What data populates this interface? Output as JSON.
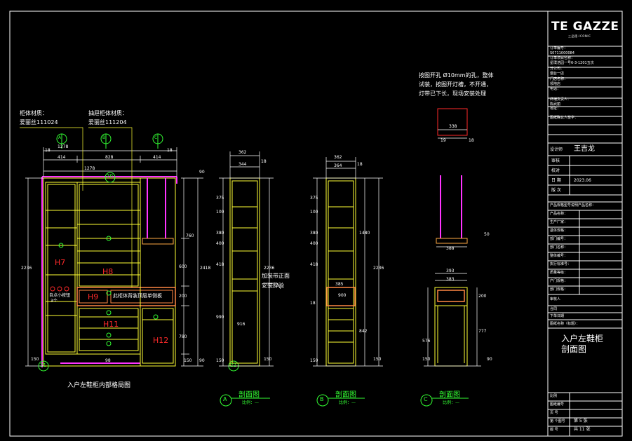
{
  "brand": {
    "name": "TE GAZZE",
    "sub": "三品德·ICONIC"
  },
  "titleblock": {
    "rows": [
      {
        "label": "订单编号：",
        "value": "S0711000084"
      },
      {
        "label": "订单项目名称：",
        "value": "星璞浩园一号6-3-1201五次"
      },
      {
        "label": "分公司：",
        "value": "烟台一店"
      },
      {
        "label": "门店名称：",
        "value": "领地店"
      },
      {
        "label": "电话：",
        "value": ""
      },
      {
        "label": "终端负责人：",
        "value": "陈武丽"
      },
      {
        "label": "地址：",
        "value": ""
      },
      {
        "label": "图纸确认人签字：",
        "value": ""
      }
    ],
    "designer_label": "设计师",
    "designer_value": "王吉龙",
    "review_label": "审核",
    "check_label": "校对",
    "date_label": "日 期",
    "date_value": "2023.06",
    "version_label": "版 次",
    "product_header": "产品规格型号说明产品名称：",
    "product_rows": [
      "产品名称：",
      "生产厂家：",
      "基体规格：",
      "部门编号：",
      "部门名称：",
      "整体编号：",
      "执行标准号：",
      "质量等级：",
      "产门规格：",
      "部门规格："
    ],
    "approver_label": "审核人",
    "contract_label": "合同",
    "order_date_label": "下单日期",
    "drawing_name_label": "图纸名称（标题）：",
    "drawing_title": [
      "入户左鞋柜",
      "剖面图"
    ],
    "bottom_rows": [
      {
        "label": "比例",
        "value": ""
      },
      {
        "label": "图纸编号",
        "value": ""
      },
      {
        "label": "页 号",
        "value": ""
      },
      {
        "label": "第 个图号",
        "value": "第 5 张"
      },
      {
        "label": "版 号",
        "value": "共 11 张"
      }
    ]
  },
  "notes": {
    "top": [
      "按图开孔 Ø10mm的孔，整体",
      "试装，按图开灯槽，不开通，",
      "灯带已下长，现场安装处理"
    ],
    "material_left": [
      "柜体材质：",
      "爱丽丝111024"
    ],
    "material_right": [
      "抽屉柜体材质：",
      "爱丽丝111204"
    ],
    "lamp": [
      "加装带正面",
      "安装辞验"
    ],
    "rebuild": "此柜体背装顶层单侧板",
    "sensor": "自点小按钮",
    "sensor_count": "3个"
  },
  "main": {
    "caption": "入户左鞋柜内部格局图",
    "zones": [
      "H7",
      "H8",
      "H9",
      "H11",
      "H12"
    ],
    "dims_top": [
      "18",
      "1278",
      "18",
      "414",
      "828",
      "414",
      "18"
    ],
    "dim_width": "1278",
    "dims_left": [
      "2236"
    ],
    "dims_right": [
      "90",
      "760",
      "2418",
      "600",
      "200",
      "780",
      "90",
      "150"
    ],
    "dims_bottom": [
      "150",
      "98"
    ],
    "markers": [
      "A",
      "B",
      "C"
    ],
    "tag_top": "20",
    "tag_bottom": "21",
    "tag_bottom2": "22"
  },
  "sections": [
    {
      "marker": "A",
      "caption": "剖面图",
      "scale": "比例：—",
      "dims_top": [
        "362",
        "344",
        "18"
      ],
      "dims_left": [
        "375",
        "100",
        "380",
        "400",
        "418",
        "990",
        "150"
      ],
      "dims_right": [
        "2236",
        "916",
        "150"
      ]
    },
    {
      "marker": "B",
      "caption": "剖面图",
      "scale": "比例：—",
      "dims_top": [
        "362",
        "364",
        "18"
      ],
      "dims_left": [
        "375",
        "100",
        "380",
        "400",
        "418",
        "18",
        "150"
      ],
      "dims_right": [
        "1480",
        "2236",
        "842",
        "150"
      ],
      "mid": "900",
      "mid2": "385"
    },
    {
      "marker": "C",
      "caption": "剖面图",
      "scale": "比例：—",
      "dims_top": [
        "338",
        "19",
        "18"
      ],
      "dims_mid": [
        "388",
        "50"
      ],
      "dims_lower": [
        "393",
        "383"
      ],
      "dims_side": [
        "200",
        "777",
        "90",
        "576",
        "150"
      ]
    }
  ]
}
